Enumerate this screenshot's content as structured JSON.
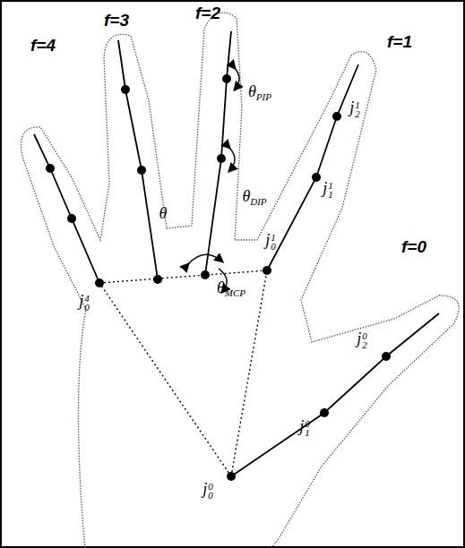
{
  "diagram": {
    "labels": [
      "f=4",
      "f=3",
      "f=2",
      "f=1",
      "f=0",
      "θPIP",
      "θDIP",
      "θ",
      "θMCP",
      "j04",
      "j21",
      "j11",
      "j01",
      "j20",
      "j10",
      "j00"
    ]
  }
}
